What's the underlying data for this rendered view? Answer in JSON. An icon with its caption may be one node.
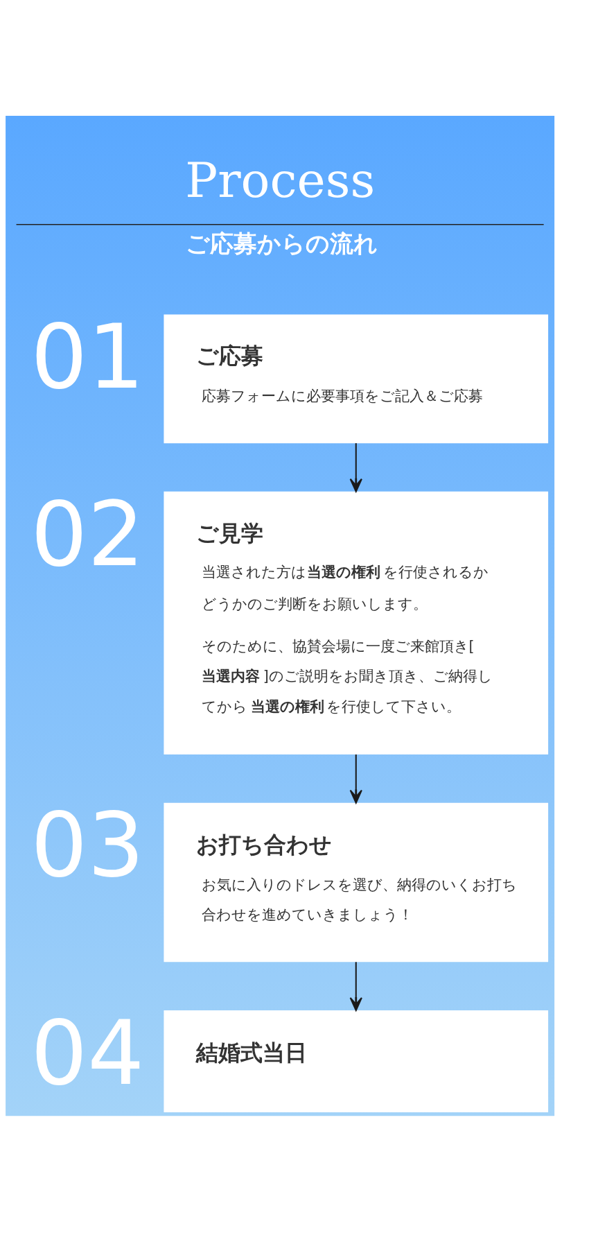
{
  "diagram": {
    "title": "Process",
    "nodes": [
      {
        "text": [
          "ご応募",
          "応募フォームに必要事項をご記入＆ご応募"
        ],
        "beside": [
          "01"
        ]
      },
      {
        "text": [
          "ご見学",
          "当選された方は **当選の権利** を行使されるかどうかのご判断をお願いします。",
          "そのために、協賛会場に一度ご来館頂き[ **当選内容** ]のご説明をお聞き頂き、ご納得してから **当選の権利** を行使して下さい。"
        ],
        "beside": [
          "02"
        ]
      },
      {
        "text": [
          "お打ち合わせ",
          "お気に入りのドレスを選び、納得のいくお打ち合わせを進めていきましょう！"
        ],
        "beside": [
          "03"
        ]
      },
      {
        "text": [
          "結婚式当日"
        ],
        "beside": [
          "04"
        ]
      }
    ],
    "edges": [
      {
        "from": 0,
        "to": 1,
        "arrow": "to"
      },
      {
        "from": 1,
        "to": 2,
        "arrow": "to"
      },
      {
        "from": 2,
        "to": 3,
        "arrow": "to"
      }
    ],
    "labels": [
      "ご応募からの流れ"
    ]
  }
}
